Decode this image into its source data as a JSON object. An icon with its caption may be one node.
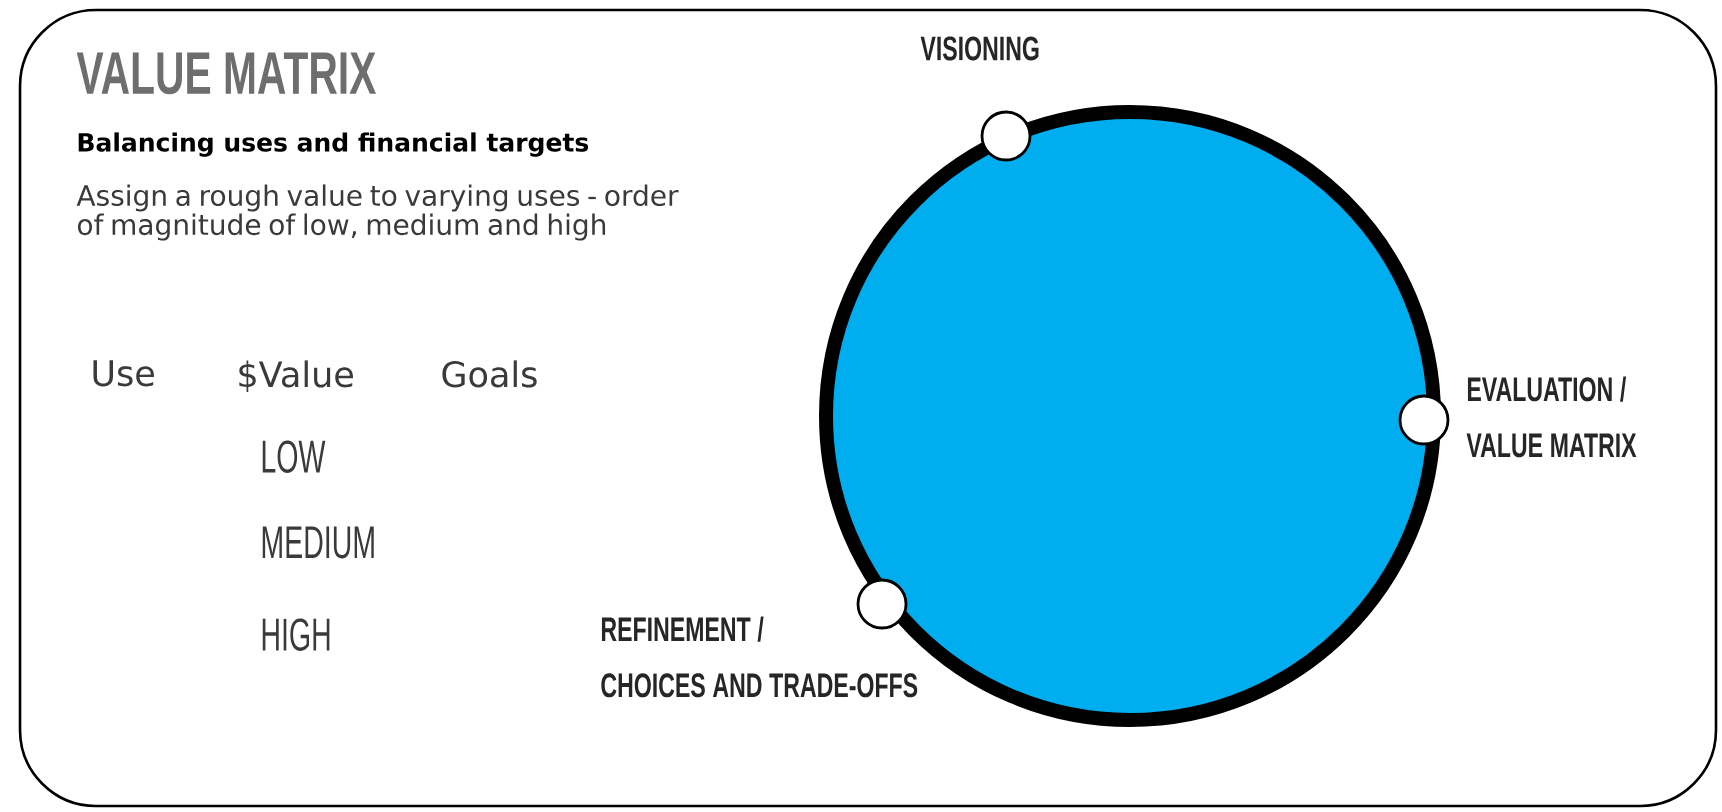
{
  "diagram": {
    "title": "VALUE MATRIX",
    "nodes": [
      {
        "text": [],
        "shape": "circle"
      },
      {
        "text": [],
        "shape": "circle",
        "beside": [
          "VISIONING"
        ]
      },
      {
        "text": [],
        "shape": "circle",
        "beside": [
          "EVALUATION / VALUE MATRIX"
        ]
      },
      {
        "text": [],
        "shape": "circle",
        "beside": [
          "REFINEMENT / CHOICES AND TRADE-OFFS"
        ]
      }
    ],
    "labels": [
      "Balancing uses and financial targets",
      "Assign a rough value to varying uses - order of magnitude of low, medium and high",
      "Use",
      "$Value",
      "Goals",
      "LOW",
      "MEDIUM",
      "HIGH"
    ]
  }
}
